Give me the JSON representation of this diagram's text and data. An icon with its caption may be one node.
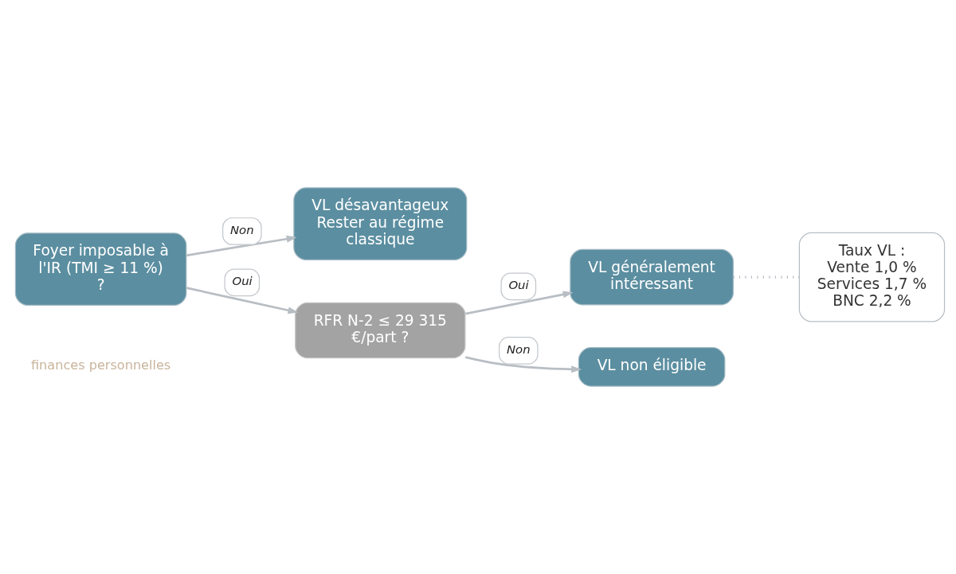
{
  "diagram": {
    "nodes": [
      {
        "text": [
          "Foyer imposable à l'IR (TMI ≥ 11 %) ?"
        ]
      },
      {
        "text": [
          "VL désavantageux",
          "Rester au régime classique"
        ]
      },
      {
        "text": [
          "RFR N-2 ≤ 29 315 €/part ?"
        ]
      },
      {
        "text": [
          "VL généralement intéressant"
        ]
      },
      {
        "text": [
          "VL non éligible"
        ]
      },
      {
        "text": [
          "Taux VL :",
          "Vente 1,0 %",
          "Services 1,7 %",
          "BNC 2,2 %"
        ]
      }
    ],
    "edges": [
      {
        "from": 0,
        "to": 1,
        "arrow": "to",
        "label": "Non"
      },
      {
        "from": 0,
        "to": 2,
        "arrow": "to",
        "label": "Oui"
      },
      {
        "from": 2,
        "to": 3,
        "arrow": "to",
        "label": "Oui"
      },
      {
        "from": 2,
        "to": 4,
        "arrow": "to",
        "label": "Non"
      },
      {
        "from": 3,
        "to": 5,
        "arrow": "none",
        "style": "dashed"
      }
    ],
    "labels": [
      "finances personnelles"
    ]
  }
}
